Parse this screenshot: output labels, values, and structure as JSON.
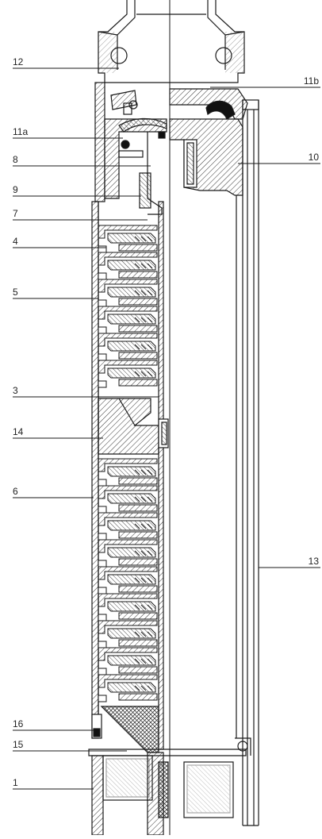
{
  "callouts_left": [
    {
      "id": "12",
      "text": "12"
    },
    {
      "id": "11a",
      "text": "11a"
    },
    {
      "id": "8",
      "text": "8"
    },
    {
      "id": "9",
      "text": "9"
    },
    {
      "id": "7",
      "text": "7"
    },
    {
      "id": "4",
      "text": "4"
    },
    {
      "id": "5",
      "text": "5"
    },
    {
      "id": "3",
      "text": "3"
    },
    {
      "id": "14",
      "text": "14"
    },
    {
      "id": "6",
      "text": "6"
    },
    {
      "id": "16",
      "text": "16"
    },
    {
      "id": "15",
      "text": "15"
    },
    {
      "id": "1",
      "text": "1"
    }
  ],
  "callouts_right": [
    {
      "id": "11b",
      "text": "11b"
    },
    {
      "id": "10",
      "text": "10"
    },
    {
      "id": "13",
      "text": "13"
    }
  ],
  "colors": {
    "line": "#1a1a1a",
    "hatch": "#333333",
    "background": "#ffffff"
  }
}
